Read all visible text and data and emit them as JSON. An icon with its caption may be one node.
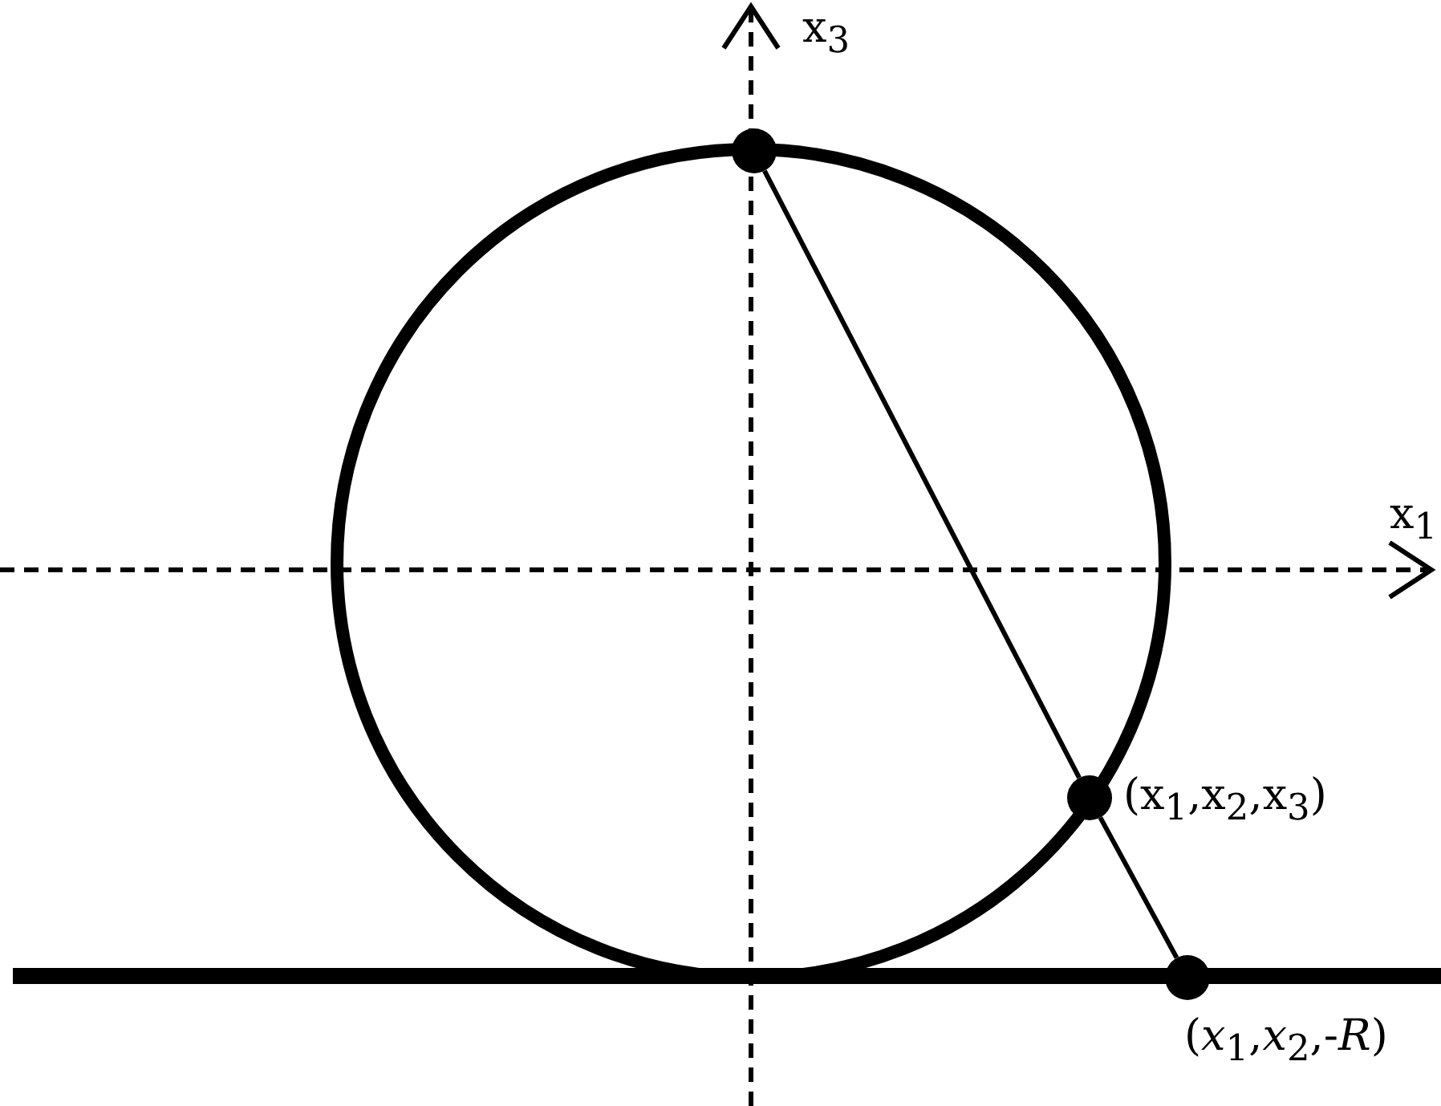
{
  "diagram": {
    "nodes": [
      {
        "text": [],
        "shape": "circle"
      },
      {
        "text": [],
        "shape": "circle",
        "beside": [
          "(x$_{1}$,x$_{2}$,x$_{3}$)"
        ]
      },
      {
        "text": [],
        "shape": "circle",
        "beside": [
          "(*x*$_{1}$,*x*$_{2}$,-*R*)"
        ]
      }
    ],
    "edges": [
      {
        "from": 0,
        "to": 1,
        "arrow": "none"
      },
      {
        "from": 1,
        "to": 2,
        "arrow": "none"
      }
    ],
    "labels": [
      "x$_{3}$",
      "x$_{1}$"
    ]
  }
}
